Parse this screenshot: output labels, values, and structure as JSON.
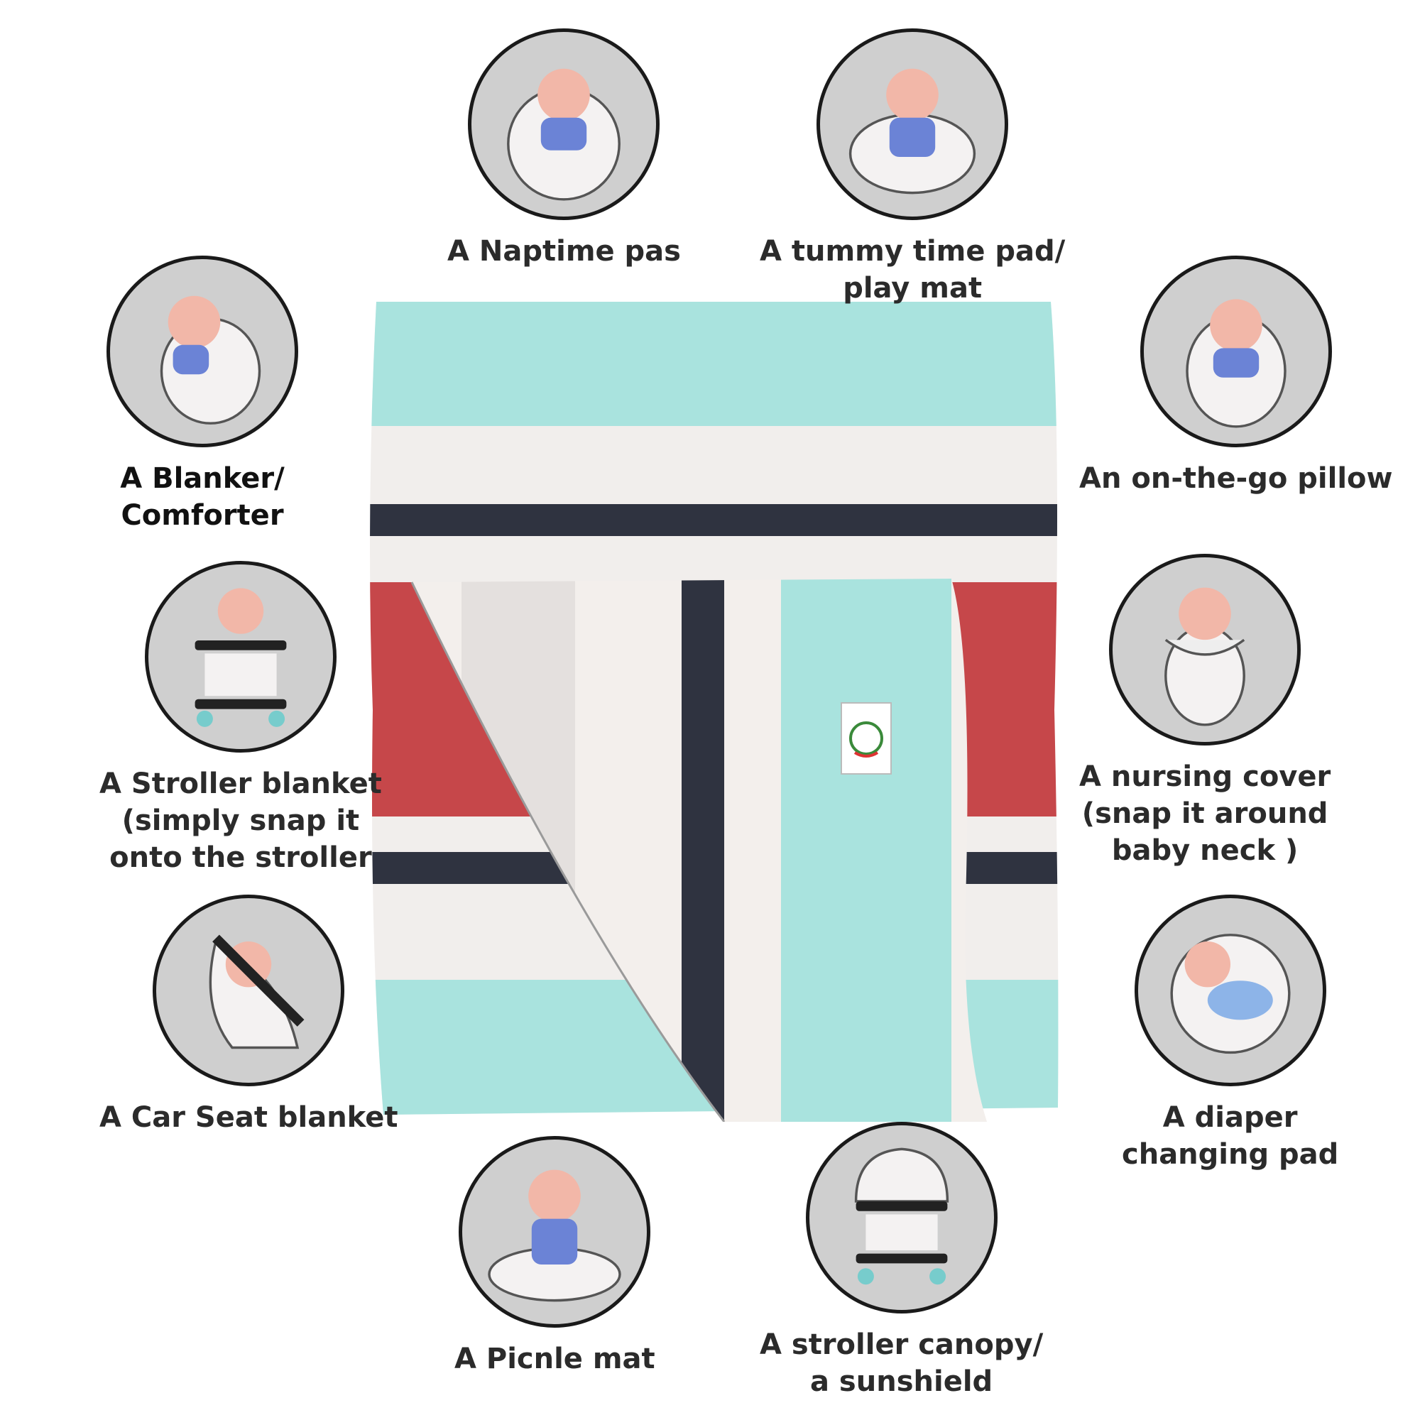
{
  "usages": [
    {
      "id": "naptime",
      "label": "A Naptime pas"
    },
    {
      "id": "tummy",
      "label": "A tummy time pad/\nplay mat"
    },
    {
      "id": "blanket",
      "label": "A Blanker/\nComforter"
    },
    {
      "id": "pillow",
      "label": "An on-the-go pillow"
    },
    {
      "id": "stroller",
      "label": "A Stroller blanket\n(simply snap it\nonto the stroller"
    },
    {
      "id": "nursing",
      "label": "A nursing cover\n(snap it around\nbaby neck )"
    },
    {
      "id": "carseat",
      "label": "A Car Seat blanket"
    },
    {
      "id": "diaper",
      "label": "A diaper\nchanging pad"
    },
    {
      "id": "picnic",
      "label": "A Picnle mat"
    },
    {
      "id": "canopy",
      "label": "A stroller canopy/\na sunshield"
    }
  ],
  "colors": {
    "stripe_teal": "#a9e3de",
    "stripe_red": "#c6474a",
    "stripe_navy": "#2f3340",
    "stripe_white": "#f1eeec",
    "circle_bg": "#cfcfcf"
  },
  "icons": [
    "baby-icon",
    "blanket-product-image",
    "brand-tag-icon"
  ]
}
